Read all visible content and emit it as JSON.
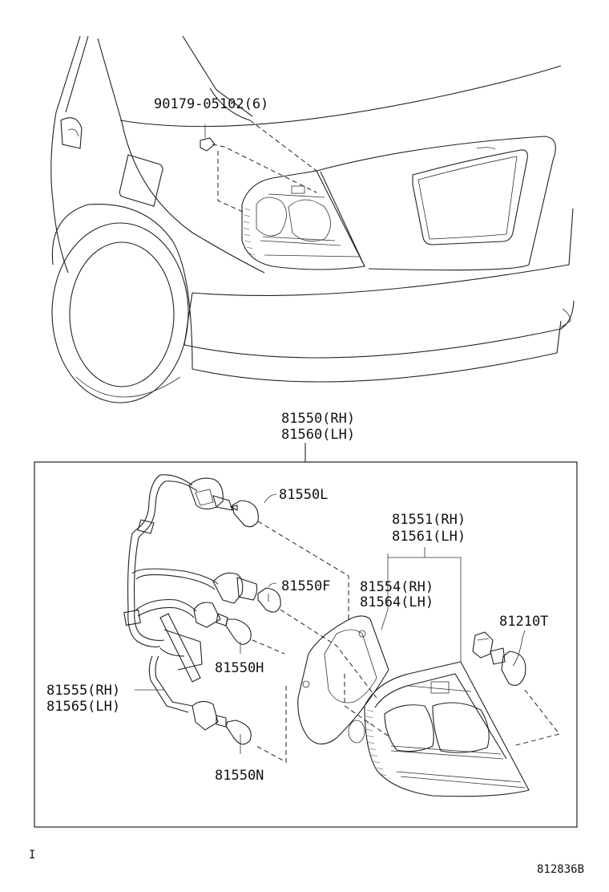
{
  "labels": {
    "clip": "90179-05102(6)",
    "assy_rh": "81550(RH)",
    "assy_lh": "81560(LH)",
    "bulb_l": "81550L",
    "lens_rh": "81551(RH)",
    "lens_lh": "81561(LH)",
    "gasket_rh": "81554(RH)",
    "gasket_lh": "81564(LH)",
    "bulb_f": "81550F",
    "socket": "81210T",
    "bulb_h": "81550H",
    "harness_rh": "81555(RH)",
    "harness_lh": "81565(LH)",
    "bulb_n": "81550N"
  },
  "corner_mark": "I",
  "figure_id": "812836B"
}
